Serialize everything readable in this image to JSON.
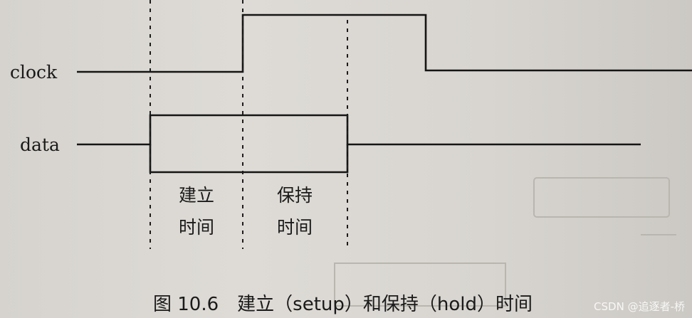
{
  "signals": {
    "clock_label": "clock",
    "data_label": "data"
  },
  "intervals": {
    "setup_line1": "建立",
    "setup_line2": "时间",
    "hold_line1": "保持",
    "hold_line2": "时间"
  },
  "caption": "图 10.6　建立（setup）和保持（hold）时间",
  "watermark": "CSDN @追逐者-桥"
}
